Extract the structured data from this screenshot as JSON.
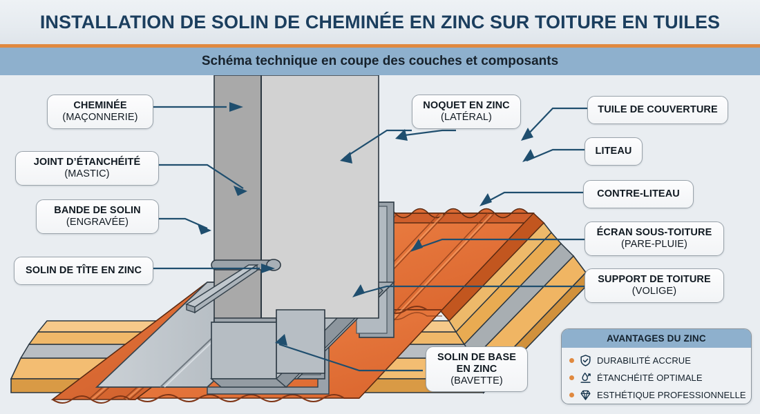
{
  "header": {
    "title": "INSTALLATION DE SOLIN DE CHEMINÉE EN ZINC SUR TOITURE EN TUILES",
    "subtitle": "Schéma technique en coupe des couches et composants",
    "accent_color": "#e0893f",
    "band_color": "#8eb0cd",
    "title_color": "#1b3e5e"
  },
  "background_color": "#e9edf1",
  "connector_color": "#1f4e6e",
  "labels_left": [
    {
      "line1": "CHEMINÉE",
      "line2": "(MAÇONNERIE)"
    },
    {
      "line1": "JOINT D’ÉTANCHÉITÉ",
      "line2": "(MASTIC)"
    },
    {
      "line1": "BANDE DE SOLIN",
      "line2": "(ENGRAVÉE)"
    },
    {
      "line1": "SOLIN DE TÎTE EN ZINC",
      "line2": ""
    }
  ],
  "labels_right": [
    {
      "line1": "TUILE DE COUVERTURE",
      "line2": ""
    },
    {
      "line1": "LITEAU",
      "line2": ""
    },
    {
      "line1": "CONTRE-LITEAU",
      "line2": ""
    },
    {
      "line1": "ÉCRAN SOUS-TOITURE",
      "line2": "(PARE-PLUIE)"
    },
    {
      "line1": "SUPPORT DE TOITURE",
      "line2": "(VOLIGE)"
    }
  ],
  "labels_center": [
    {
      "line1": "NOQUET EN ZINC",
      "line2": "(LATÉRAL)"
    },
    {
      "line1": "SOLIN DE BASE",
      "line2": "EN ZINC",
      "line3": "(BAVETTE)"
    }
  ],
  "legend": {
    "title": "AVANTAGES DU ZINC",
    "bullet_color": "#e0893f",
    "items": [
      {
        "icon": "shield-check-icon",
        "text": "DURABILITÉ ACCRUE"
      },
      {
        "icon": "water-repel-icon",
        "text": "ÉTANCHÉITÉ OPTIMALE"
      },
      {
        "icon": "diamond-icon",
        "text": "ESTHÉTIQUE PROFESSIONNELLE"
      }
    ]
  },
  "diagram": {
    "name": "chimney-zinc-flashing-tile-roof-cross-section",
    "colors": {
      "tile_top": "#e8763c",
      "tile_shade": "#cf5f2c",
      "tile_dark": "#b94f24",
      "wood_light": "#f3bd72",
      "wood_mid": "#e8a64f",
      "wood_dark": "#c98635",
      "membrane_gray": "#a8aeb2",
      "zinc_light": "#c3c9cf",
      "zinc_mid": "#a3abb2",
      "zinc_dark": "#8a939b",
      "masonry_light": "#d2d2d2",
      "masonry_dark": "#a9a9a9",
      "outline": "#1d2a33"
    }
  }
}
